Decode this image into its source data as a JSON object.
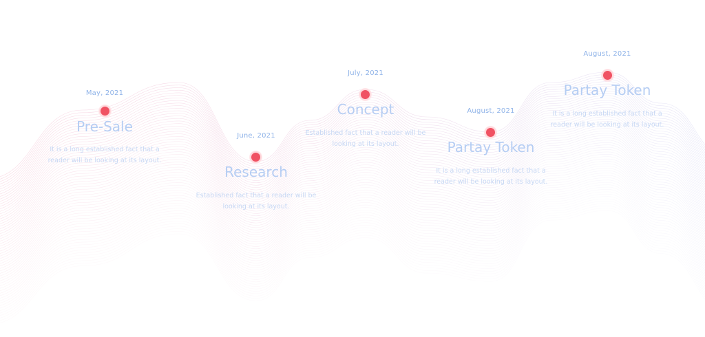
{
  "colors": {
    "dot": "#f05263",
    "wave_pink": "#f4b9cc",
    "wave_lavender": "#cfd2f3",
    "date_text": "#8fb3e8",
    "title_text": "#b5cdf3",
    "desc_text": "#c7d8f4"
  },
  "milestones": [
    {
      "date": "May, 2021",
      "title": "Pre-Sale",
      "description": "It is a long established fact that a reader will be looking at its layout."
    },
    {
      "date": "June, 2021",
      "title": "Research",
      "description": "Established fact that a reader will be looking at its layout."
    },
    {
      "date": "July, 2021",
      "title": "Concept",
      "description": "Established fact that a reader will be looking at its layout."
    },
    {
      "date": "August, 2021",
      "title": "Partay Token",
      "description": "It is a long established fact that a reader will be looking at its layout."
    },
    {
      "date": "August, 2021",
      "title": "Partay Token",
      "description": "It is a long established fact that a reader will be looking at its layout."
    }
  ]
}
